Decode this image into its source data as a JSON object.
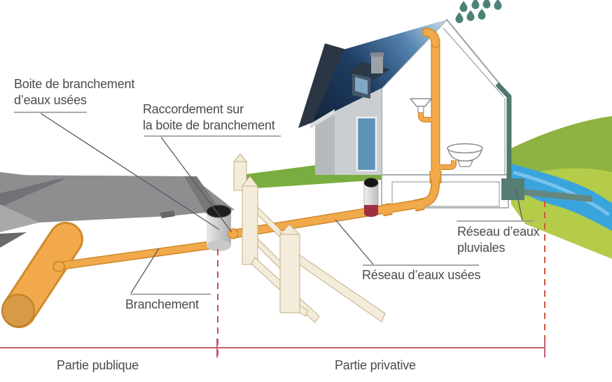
{
  "diagram": {
    "labels": {
      "connection_box": {
        "line1": "Boite de branchement",
        "line2": "d’eaux usées"
      },
      "connection_on_box": {
        "line1": "Raccordement sur",
        "line2": "la boite de branchement"
      },
      "branch": "Branchement",
      "wastewater_network": "Réseau d’eaux usées",
      "rainwater_network": {
        "line1": "Réseau d’eaux",
        "line2": "pluviales"
      },
      "public_part": "Partie publique",
      "private_part": "Partie privative"
    },
    "colors": {
      "pipe_orange": "#f2a94b",
      "pipe_orange_outline": "#cf8a2b",
      "rainwater_teal": "#567d75",
      "rain_drop_teal": "#4d8177",
      "lawn_green": "#7aad3f",
      "hill_green_dark": "#8fb342",
      "hill_green_light": "#b4cc49",
      "stream_blue": "#3aa5dd",
      "roof_blue_dark": "#1e3d63",
      "road_grey": "#8d8e90",
      "boundary_pink": "#c4616f",
      "dashed_red_left": "#cb4a59",
      "dashed_red_right": "#d0543f",
      "label_text": "#4b4b4b"
    }
  }
}
